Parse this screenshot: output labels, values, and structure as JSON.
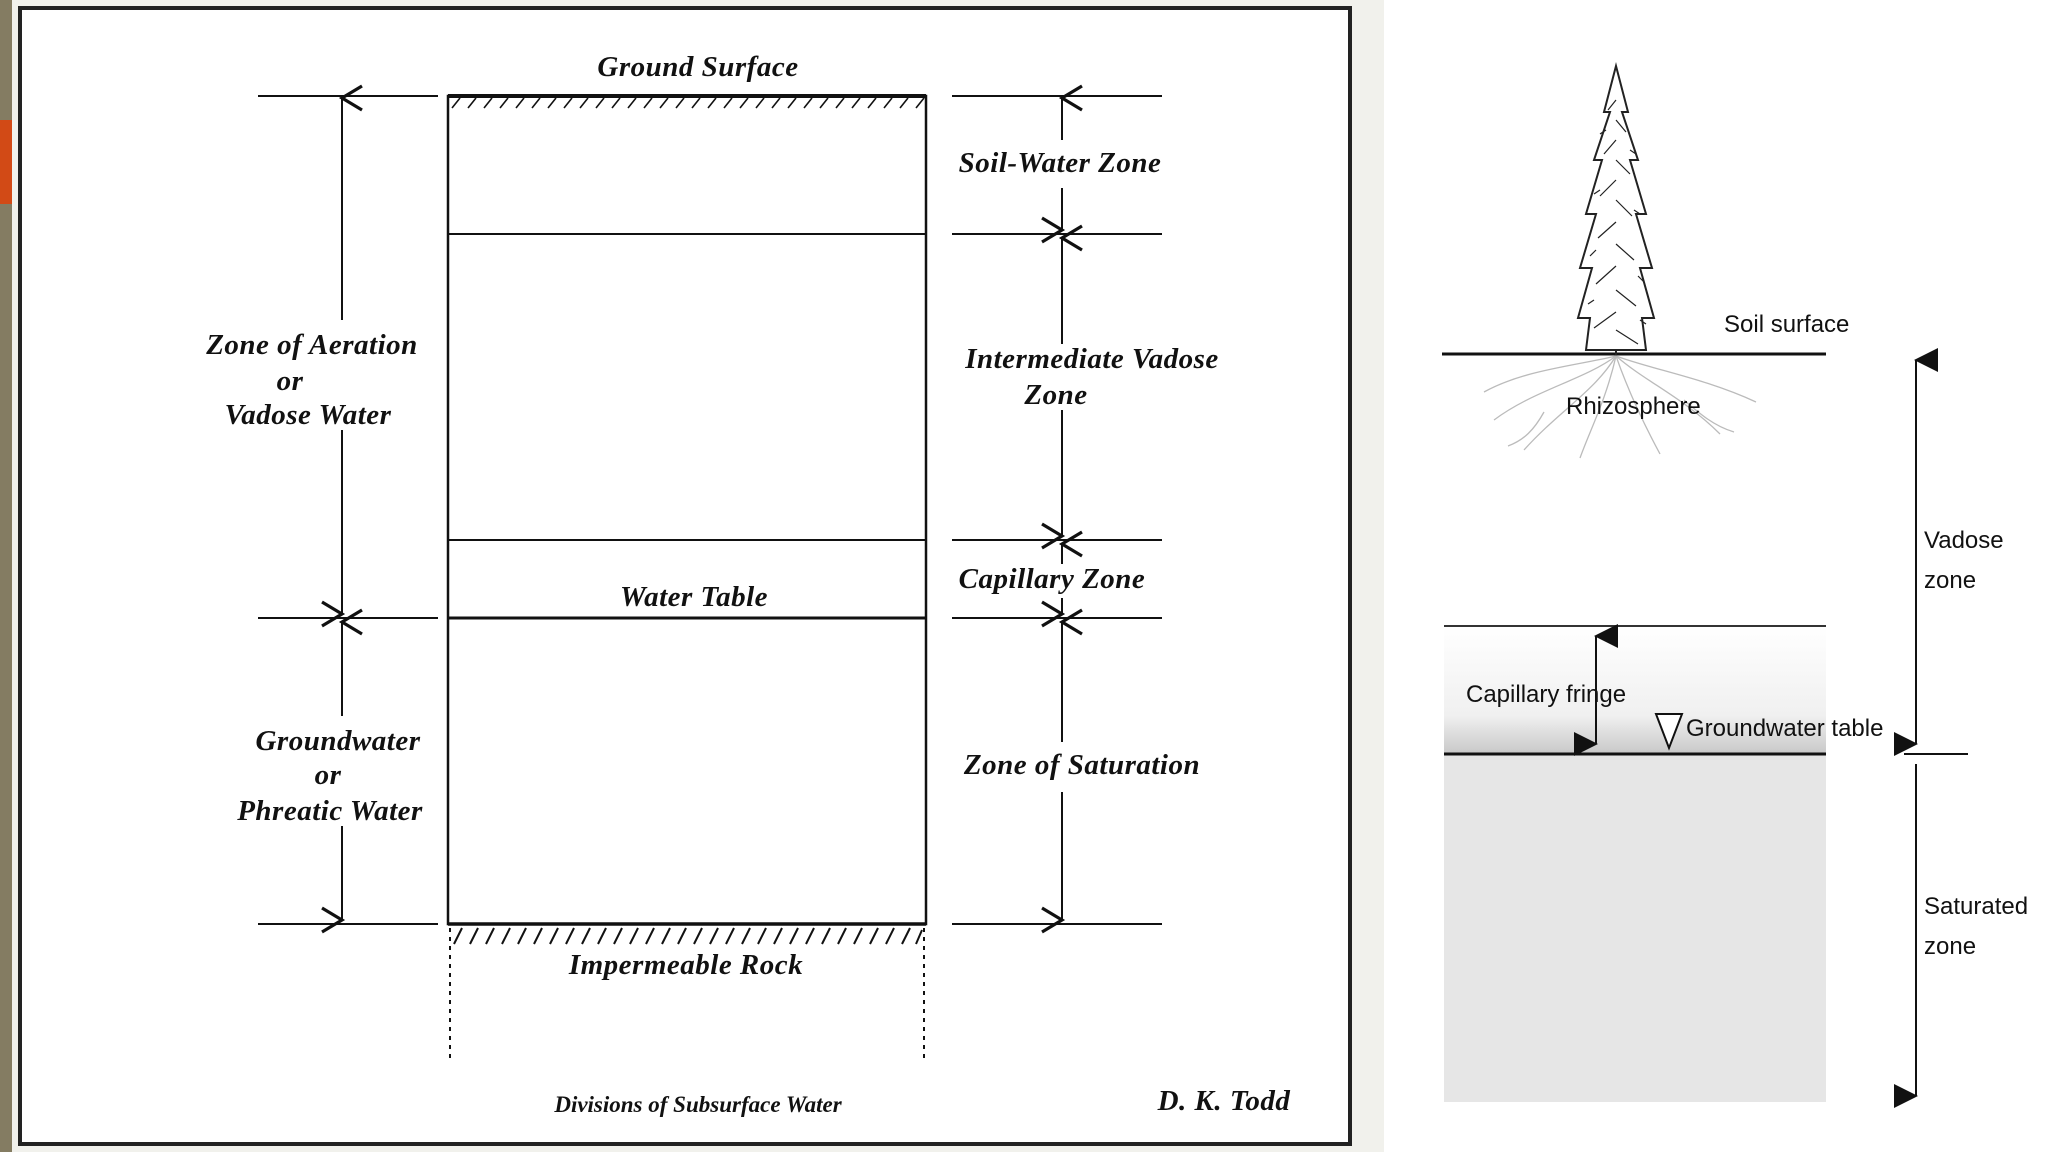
{
  "todd_diagram": {
    "ground_surface": "Ground Surface",
    "zone_of_aeration": [
      "Zone of Aeration",
      "or",
      "Vadose Water"
    ],
    "groundwater": [
      "Groundwater",
      "or",
      "Phreatic Water"
    ],
    "soil_water_zone": "Soil-Water Zone",
    "intermediate_vadose_zone": [
      "Intermediate Vadose",
      "Zone"
    ],
    "capillary_zone": "Capillary Zone",
    "zone_of_saturation": "Zone of Saturation",
    "water_table": "Water Table",
    "impermeable_rock": "Impermeable Rock",
    "caption": "Divisions of Subsurface Water",
    "author": "D. K. Todd"
  },
  "vadose_diagram": {
    "soil_surface": "Soil surface",
    "rhizosphere": "Rhizosphere",
    "capillary_fringe": "Capillary fringe",
    "groundwater_table": "Groundwater table",
    "vadose_zone": [
      "Vadose",
      "zone"
    ],
    "saturated_zone": [
      "Saturated",
      "zone"
    ]
  },
  "colors": {
    "slide_background": "#f1f1ec",
    "left_accent_bar": "#847c62",
    "orange_tab": "#d24a16",
    "saturated_fill": "#e6e6e6",
    "line": "#111111"
  }
}
